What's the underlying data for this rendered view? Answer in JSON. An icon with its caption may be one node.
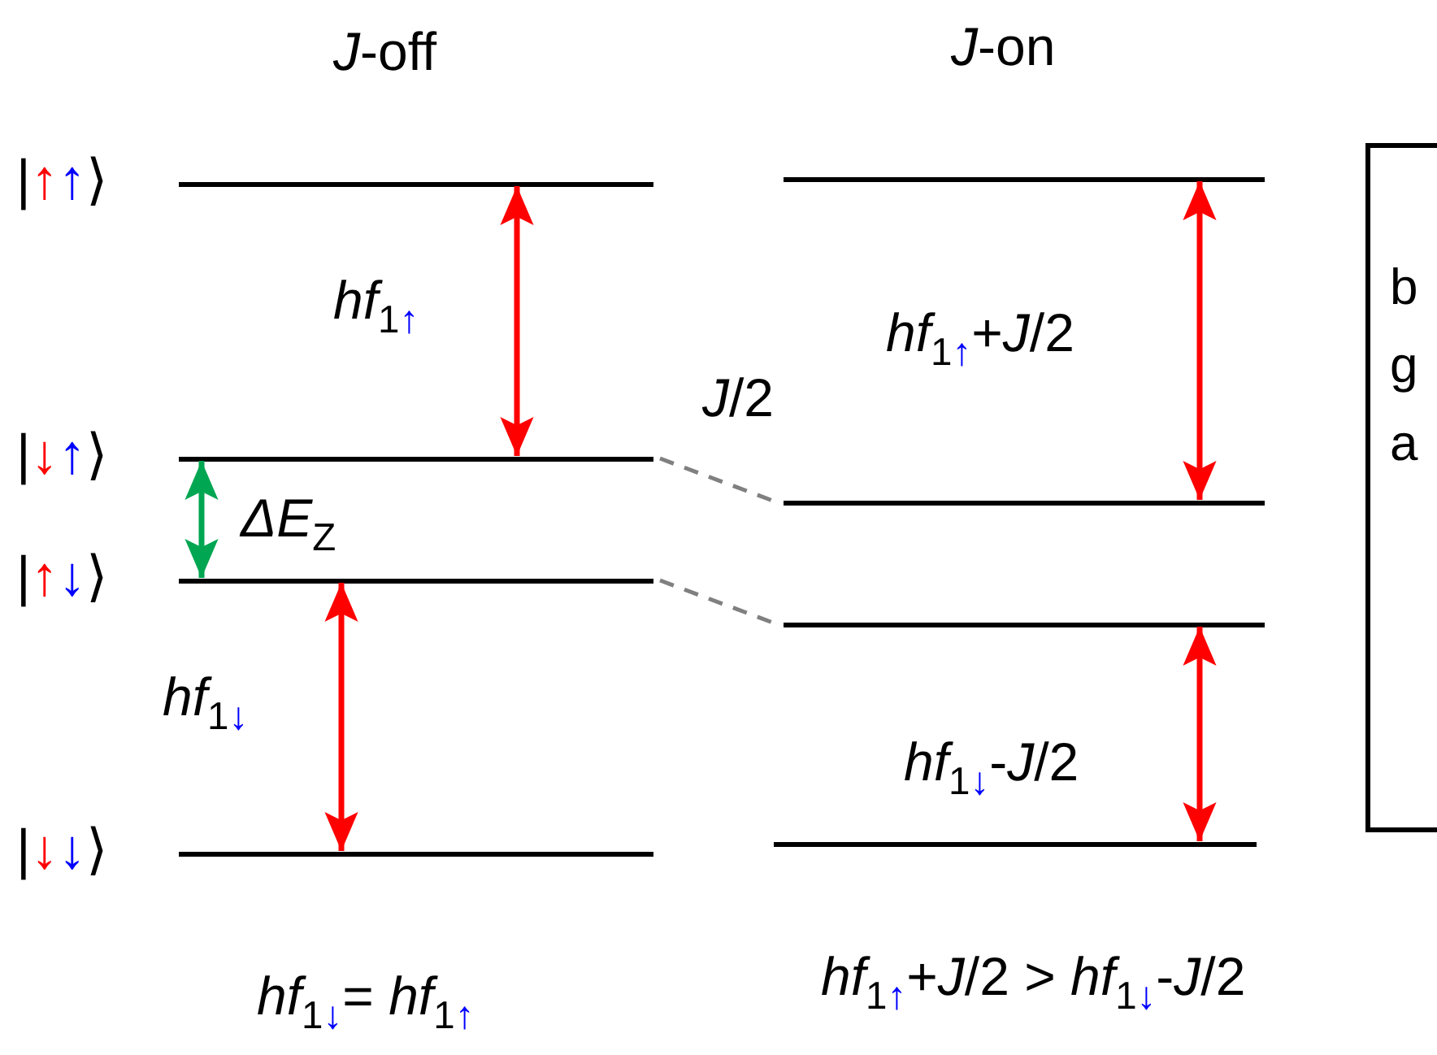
{
  "diagram": {
    "nodes": [
      {
        "text": [],
        "shape": "bar",
        "beside": [
          "|↑↑⟩"
        ]
      },
      {
        "text": [],
        "shape": "bar",
        "beside": [
          "|↓↑⟩"
        ]
      },
      {
        "text": [],
        "shape": "bar",
        "beside": [
          "|↑↓⟩"
        ]
      },
      {
        "text": [],
        "shape": "bar",
        "beside": [
          "|↓↓⟩"
        ]
      },
      {
        "text": [],
        "shape": "bar"
      },
      {
        "text": [],
        "shape": "bar"
      },
      {
        "text": [],
        "shape": "bar"
      },
      {
        "text": [],
        "shape": "bar"
      },
      {
        "text": [
          "b g a"
        ]
      }
    ],
    "edges": [
      {
        "from": 0,
        "to": 1,
        "arrow": "both",
        "label": "*hf*$_{1↑}$"
      },
      {
        "from": 1,
        "to": 2,
        "arrow": "both",
        "label": "*ΔE*$_{Z}$",
        "color": "#00a651"
      },
      {
        "from": 2,
        "to": 3,
        "arrow": "both",
        "label": "*hf*$_{1↓}$"
      },
      {
        "from": 1,
        "to": 5,
        "arrow": "none",
        "style": "dashed",
        "color": "#808080",
        "label": "*J*/2"
      },
      {
        "from": 2,
        "to": 6,
        "arrow": "none",
        "style": "dashed",
        "color": "#808080"
      },
      {
        "from": 4,
        "to": 5,
        "arrow": "both",
        "label": "*hf*$_{1↑}$+*J*/2"
      },
      {
        "from": 6,
        "to": 7,
        "arrow": "both",
        "label": "*hf*$_{1↓}$-*J*/2"
      }
    ],
    "labels": [
      "*J*-off",
      "*J*-on",
      "*hf*$_{1↓}$= *hf*$_{1↑}$",
      "*hf*$_{1↑}$+*J*/2 > *hf*$_{1↓}$-*J*/2"
    ]
  }
}
